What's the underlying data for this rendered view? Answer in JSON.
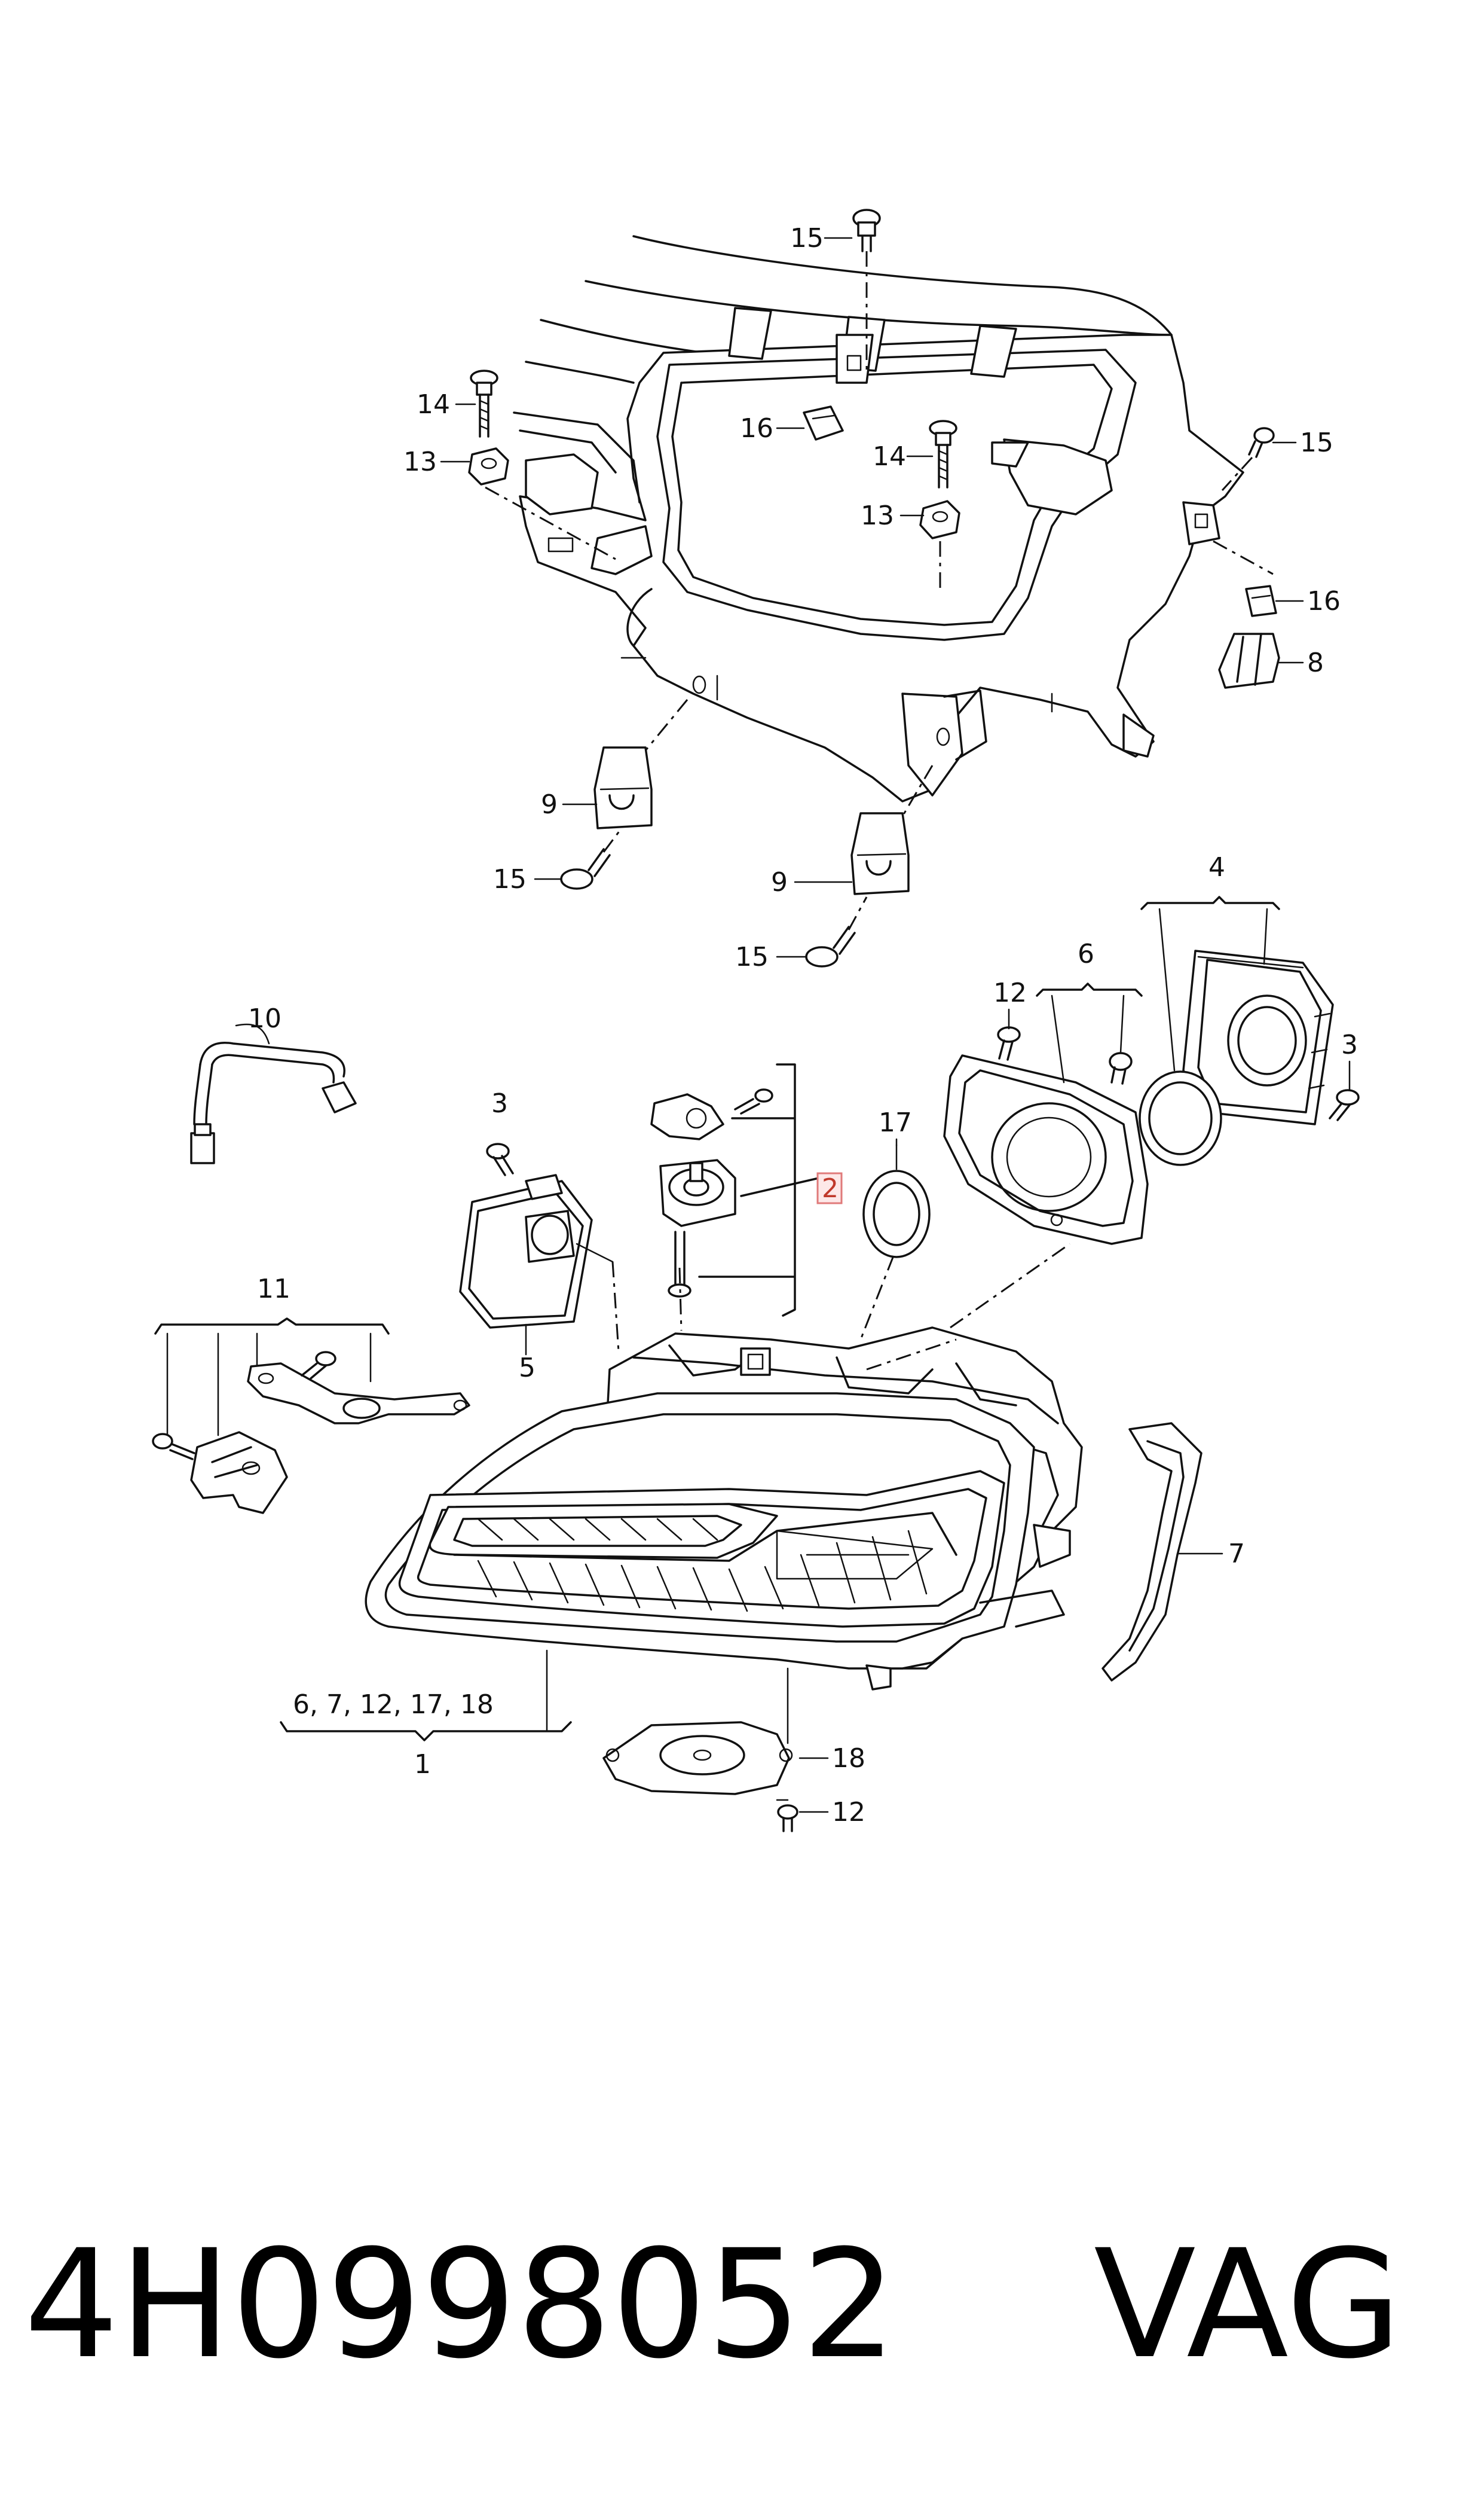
{
  "callouts": {
    "c15a": "15",
    "c14a": "14",
    "c16a": "16",
    "c13a": "13",
    "c14b": "14",
    "c13b": "13",
    "c15b": "15",
    "c16b": "16",
    "c8": "8",
    "c9a": "9",
    "c15c": "15",
    "c9b": "9",
    "c15d": "15",
    "c4": "4",
    "c6": "6",
    "c12a": "12",
    "c3a": "3",
    "c10": "10",
    "c3b": "3",
    "c17": "17",
    "c2": "2",
    "c11": "11",
    "c5": "5",
    "c7": "7",
    "c1_group": "6, 7, 12, 17, 18",
    "c1": "1",
    "c18": "18",
    "c12b": "12"
  },
  "footer": {
    "part_number": "4H0998052",
    "brand": "VAG"
  },
  "colors": {
    "line": "#111111",
    "highlight_fill": "#fde8e8",
    "highlight_stroke": "#e07a7a"
  }
}
